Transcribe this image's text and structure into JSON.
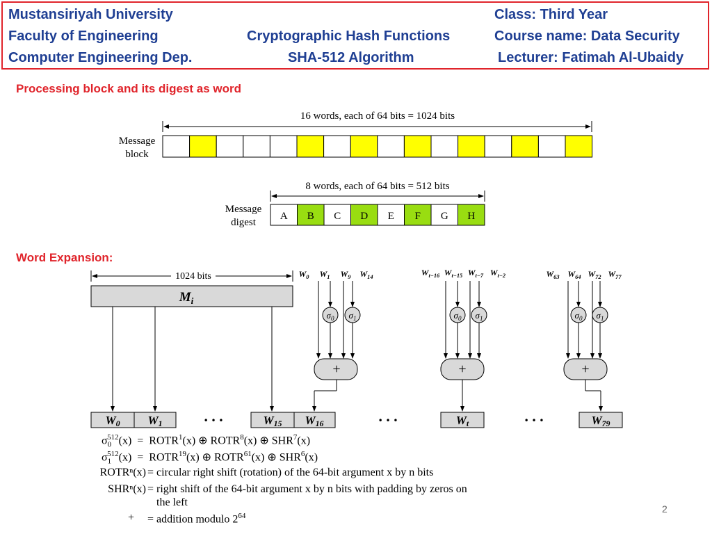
{
  "header": {
    "left": [
      "Mustansiriyah University",
      "Faculty of Engineering",
      "Computer Engineering Dep."
    ],
    "center": [
      "Cryptographic Hash Functions",
      "SHA-512 Algorithm"
    ],
    "right": [
      "Class: Third Year",
      "Course name: Data Security",
      "Lecturer: Fatimah Al-Ubaidy"
    ]
  },
  "section1": {
    "title": "Processing block and its digest as word"
  },
  "block": {
    "label_line1": "Message",
    "label_line2": "block",
    "span_label": "16 words, each of  64 bits = 1024  bits",
    "cells": [
      "white",
      "yellow",
      "white",
      "white",
      "white",
      "yellow",
      "white",
      "yellow",
      "white",
      "yellow",
      "white",
      "yellow",
      "white",
      "yellow",
      "white",
      "yellow"
    ]
  },
  "digest": {
    "label_line1": "Message",
    "label_line2": "digest",
    "span_label": "8 words, each of 64 bits = 512  bits",
    "cells": [
      "A",
      "B",
      "C",
      "D",
      "E",
      "F",
      "G",
      "H"
    ]
  },
  "section2": {
    "title": "Word Expansion:"
  },
  "expansion": {
    "bits_label": "1024 bits",
    "mi_label": "M",
    "mi_sub": "i",
    "groups": [
      {
        "w": [
          "W0",
          "W1",
          "W9",
          "W14"
        ]
      },
      {
        "w": [
          "Wt−16",
          "Wt−15",
          "Wt−7",
          "Wt−2"
        ]
      },
      {
        "w": [
          "W63",
          "W64",
          "W72",
          "W77"
        ]
      }
    ],
    "sigma0": "σ0",
    "sigma1": "σ1",
    "plus": "+",
    "words": [
      "W0",
      "W1",
      "W15",
      "W16",
      "Wt",
      "W79"
    ],
    "dots": "• • •"
  },
  "formulas": {
    "rotr_def_l": "ROTRⁿ(x)",
    "rotr_def_r": "= circular right shift (rotation) of the 64-bit argument x by n bits",
    "shr_def_l": "SHRⁿ(x)",
    "shr_def_r1": "= right shift of the 64-bit argument x by n bits with padding by zeros on",
    "shr_def_r2": "the left",
    "plus_l": "+",
    "plus_r": "= addition modulo 2"
  },
  "page_number": "2",
  "colors": {
    "yellow": "#ffff00",
    "green": "#99dd11",
    "red": "#e0242b",
    "navy": "#1f3f93",
    "box_gray": "#d9d9d9"
  }
}
